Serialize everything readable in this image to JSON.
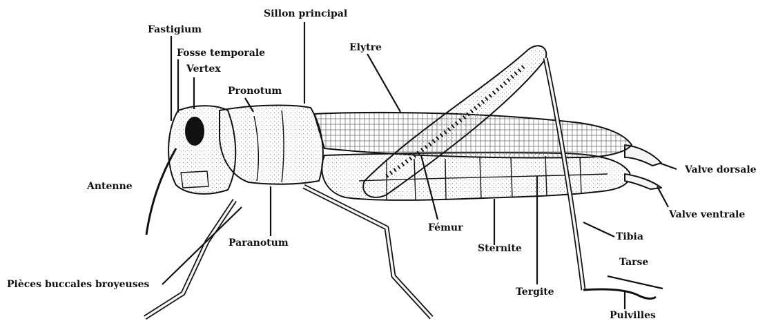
{
  "diagram": {
    "labels": {
      "sillon_principal": "Sillon principal",
      "fastigium": "Fastigium",
      "fosse_temporale": "Fosse temporale",
      "vertex": "Vertex",
      "elytre": "Elytre",
      "pronotum": "Pronotum",
      "antenne": "Antenne",
      "paranotum": "Paranotum",
      "pieces_buccales": "Pièces buccales broyeuses",
      "femur": "Fémur",
      "sternite": "Sternite",
      "tergite": "Tergite",
      "valve_dorsale": "Valve dorsale",
      "valve_ventrale": "Valve ventrale",
      "tibia": "Tibia",
      "tarse": "Tarse",
      "pulvilles": "Pulvilles"
    },
    "colors": {
      "ink": "#111111",
      "body_fill": "#f4f4f4",
      "shade": "#cfcfcf",
      "background": "#ffffff"
    }
  }
}
